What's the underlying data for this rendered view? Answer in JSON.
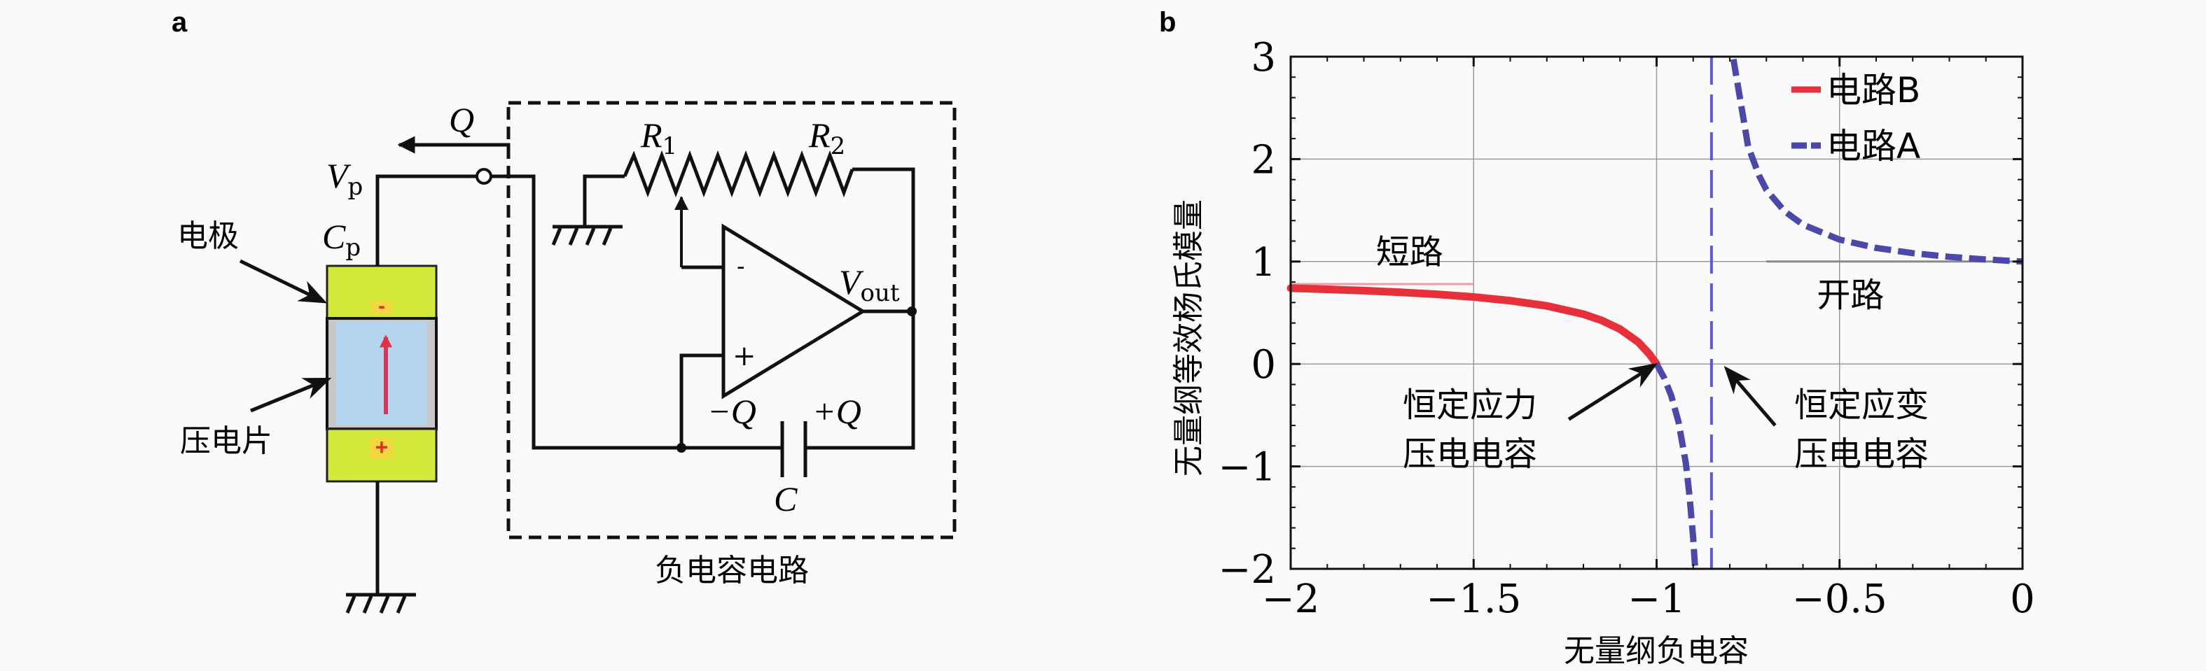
{
  "panel_a": {
    "label": "a",
    "electrode_label": "电极",
    "piezo_label": "压电片",
    "vp_label": "V",
    "vp_sub": "p",
    "cp_label": "C",
    "cp_sub": "p",
    "q_label": "Q",
    "r1_label": "R",
    "r1_sub": "1",
    "r2_label": "R",
    "r2_sub": "2",
    "vout_label": "V",
    "vout_sub": "out",
    "minus_q": "−Q",
    "plus_q": "+Q",
    "c_label": "C",
    "opamp_minus": "-",
    "opamp_plus": "+",
    "electrode_top_sign": "-",
    "electrode_bottom_sign": "+",
    "circuit_caption": "负电容电路",
    "colors": {
      "electrode": "#d4ea3a",
      "piezo": "#b4d4f0",
      "polarization_arrow": "#d8335a"
    }
  },
  "chart_data": {
    "panel_label": "b",
    "type": "line",
    "xlabel": "无量纲负电容",
    "ylabel": "无量纲等效杨氏模量",
    "xlim": [
      -2,
      0
    ],
    "ylim": [
      -2,
      3
    ],
    "xticks": [
      -2,
      -1.5,
      -1,
      -0.5,
      0
    ],
    "xtick_labels": [
      "−2",
      "−1.5",
      "−1",
      "−0.5",
      "0"
    ],
    "yticks": [
      -2,
      -1,
      0,
      1,
      2,
      3
    ],
    "ytick_labels": [
      "−2",
      "−1",
      "0",
      "1",
      "2",
      "3"
    ],
    "grid": true,
    "legend": {
      "position": "top-right",
      "entries": [
        "电路B",
        "电路A"
      ]
    },
    "series": [
      {
        "name": "电路B",
        "color": "#e8303a",
        "style": "solid",
        "x": [
          -2,
          -1.9,
          -1.8,
          -1.7,
          -1.6,
          -1.5,
          -1.4,
          -1.3,
          -1.2,
          -1.15,
          -1.1,
          -1.05,
          -1.02,
          -1
        ],
        "y": [
          0.74,
          0.729,
          0.716,
          0.7,
          0.68,
          0.654,
          0.618,
          0.567,
          0.486,
          0.425,
          0.34,
          0.213,
          0.098,
          0
        ]
      },
      {
        "name": "电路A",
        "color": "#4a48a8",
        "style": "dashed",
        "branches": [
          {
            "x": [
              -1,
              -0.98,
              -0.96,
              -0.94,
              -0.92,
              -0.91,
              -0.9,
              -0.895
            ],
            "y": [
              0,
              -0.131,
              -0.309,
              -0.567,
              -0.971,
              -1.29,
              -1.7,
              -1.98
            ]
          },
          {
            "x": [
              -0.79,
              -0.77,
              -0.75,
              -0.72,
              -0.7,
              -0.65,
              -0.6,
              -0.5,
              -0.4,
              -0.3,
              -0.2,
              -0.1,
              0
            ],
            "y": [
              2.975,
              2.55,
              2.125,
              1.84,
              1.7,
              1.49,
              1.36,
              1.214,
              1.133,
              1.082,
              1.046,
              1.02,
              1
            ]
          }
        ]
      }
    ],
    "asymptote": {
      "x": -0.85,
      "color": "#5a5ad8"
    },
    "reference_lines": [
      {
        "label": "短路",
        "y": 0.78,
        "x": [
          -2,
          -1.5
        ],
        "color": "#e8a0a8"
      },
      {
        "label": "开路",
        "y": 1,
        "x": [
          -0.7,
          0
        ],
        "color": "#888888"
      }
    ],
    "annotations": [
      {
        "text": "短路",
        "x": -1.675,
        "y": 1.09
      },
      {
        "text": "开路",
        "x": -0.47,
        "y": 0.67
      },
      {
        "text": [
          "恒定应力",
          "压电电容"
        ],
        "x": -1.51,
        "y": -0.4,
        "arrow_from": [
          -1.24,
          -0.54
        ],
        "arrow_to": [
          -1.01,
          -0.02
        ]
      },
      {
        "text": [
          "恒定应变",
          "压电电容"
        ],
        "x": -0.44,
        "y": -0.4,
        "arrow_from": [
          -0.676,
          -0.6
        ],
        "arrow_to": [
          -0.806,
          -0.06
        ]
      }
    ]
  }
}
